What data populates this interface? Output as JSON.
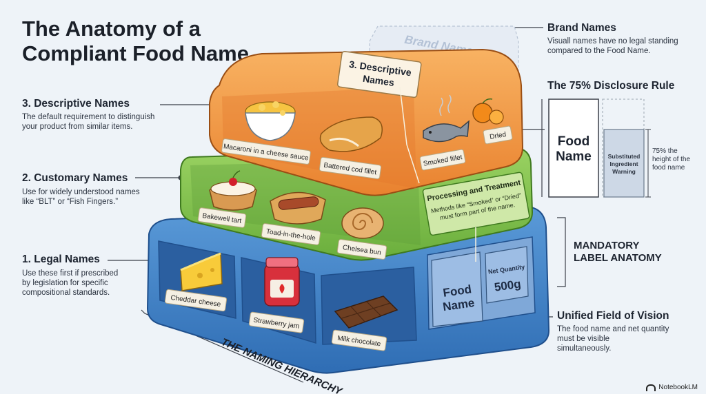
{
  "title": {
    "line1": "The Anatomy of a",
    "line2": "Compliant Food Name"
  },
  "left": {
    "descriptive": {
      "heading": "3. Descriptive Names",
      "text": [
        "The default requirement to distinguish",
        "your product from similar items."
      ]
    },
    "customary": {
      "heading": "2. Customary Names",
      "text": [
        "Use for widely understood names",
        "like “BLT” or “Fish Fingers.”"
      ]
    },
    "legal": {
      "heading": "1. Legal Names",
      "text": [
        "Use these first if prescribed",
        "by legislation for specific",
        "compositional standards."
      ]
    }
  },
  "right": {
    "brand": {
      "heading": "Brand Names",
      "text": [
        "Visuall names have no legal standing",
        "compared to the Food Name."
      ]
    },
    "rule": {
      "heading": "The 75% Disclosure Rule",
      "food_line1": "Food",
      "food_line2": "Name",
      "warning": [
        "Substituted",
        "Ingredient",
        "Warning"
      ],
      "note": [
        "75% the",
        "height of the",
        "food name"
      ]
    },
    "mandatory": [
      "MANDATORY",
      "LABEL ANATOMY"
    ],
    "unified": {
      "heading": "Unified Field of Vision",
      "text": [
        "The food name and net quantity",
        "must be visible",
        "simultaneously."
      ]
    }
  },
  "diagram": {
    "brand_tag": "Brand Names",
    "top_label": [
      "3. Descriptive",
      "Names"
    ],
    "top_items": [
      "Macaroni in a cheese sauce",
      "Battered cod fillet",
      "Smoked fillet",
      "Dried"
    ],
    "processing": {
      "title": "Processing and Treatment",
      "lines": [
        "Methods like “Smoked” or “Dried”",
        "must form part of the name."
      ]
    },
    "middle_items": [
      "Bakewell tart",
      "Toad-in-the-hole",
      "Chelsea bun"
    ],
    "bottom_items": [
      "Cheddar cheese",
      "Strawberry jam",
      "Milk chocolate"
    ],
    "label_food": [
      "Food",
      "Name"
    ],
    "label_qty": [
      "Net Quantity",
      "500g"
    ],
    "hierarchy": "THE NAMING HIERARCHY"
  },
  "footer": "NotebookLM",
  "colors": {
    "orange": "#f0923a",
    "green": "#7fc24a",
    "blue": "#3c7fc8",
    "background": "#eef3f8"
  }
}
